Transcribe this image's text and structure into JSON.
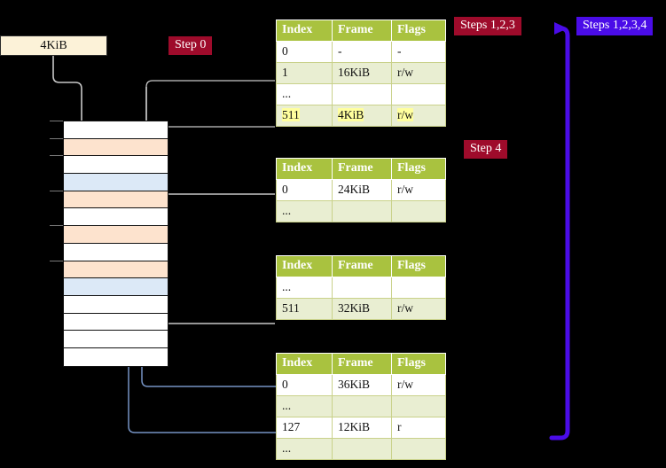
{
  "diagram": {
    "title_badges": [
      {
        "name": "steps-123",
        "label": "Steps 1,2,3",
        "color": "#9e0b2b"
      },
      {
        "name": "steps-1234",
        "label": "Steps 1,2,3,4",
        "color": "#4a0ce8"
      },
      {
        "name": "step-0",
        "label": "Step 0",
        "color": "#9e0b2b"
      },
      {
        "name": "step-4",
        "label": "Step 4",
        "color": "#9e0b2b"
      }
    ],
    "source_box": {
      "label": "4KiB",
      "fill": "#fcf2d8"
    },
    "memory_column": {
      "rows": [
        {
          "fill": "white",
          "tick": true
        },
        {
          "fill": "peach",
          "tick": true
        },
        {
          "fill": "white",
          "tick": true
        },
        {
          "fill": "bluer",
          "tick": false
        },
        {
          "fill": "peach",
          "tick": true
        },
        {
          "fill": "white",
          "tick": false
        },
        {
          "fill": "peach",
          "tick": true
        },
        {
          "fill": "white",
          "tick": false
        },
        {
          "fill": "peach",
          "tick": true
        },
        {
          "fill": "bluer",
          "tick": false
        },
        {
          "fill": "white",
          "tick": false
        },
        {
          "fill": "white",
          "tick": false
        },
        {
          "fill": "white",
          "tick": false
        },
        {
          "fill": "white",
          "tick": false
        }
      ],
      "palette": {
        "white": "#ffffff",
        "peach": "#fde3ce",
        "bluer": "#dce9f7",
        "border": "#111111"
      }
    },
    "tables": [
      {
        "name": "page-table-level-1",
        "headers": [
          "Index",
          "Frame",
          "Flags"
        ],
        "rows": [
          {
            "band": "rowA",
            "highlight": false,
            "cells": [
              "0",
              "-",
              "-"
            ]
          },
          {
            "band": "rowB",
            "highlight": false,
            "cells": [
              "1",
              "16KiB",
              "r/w"
            ]
          },
          {
            "band": "rowA",
            "highlight": false,
            "cells": [
              "...",
              "",
              ""
            ]
          },
          {
            "band": "rowB",
            "highlight": true,
            "cells": [
              "511",
              "4KiB",
              "r/w"
            ]
          }
        ]
      },
      {
        "name": "page-table-level-2",
        "headers": [
          "Index",
          "Frame",
          "Flags"
        ],
        "rows": [
          {
            "band": "rowA",
            "highlight": false,
            "cells": [
              "0",
              "24KiB",
              "r/w"
            ]
          },
          {
            "band": "rowB",
            "highlight": false,
            "cells": [
              "...",
              "",
              ""
            ]
          }
        ]
      },
      {
        "name": "page-table-level-3",
        "headers": [
          "Index",
          "Frame",
          "Flags"
        ],
        "rows": [
          {
            "band": "rowA",
            "highlight": false,
            "cells": [
              "...",
              "",
              ""
            ]
          },
          {
            "band": "rowB",
            "highlight": false,
            "cells": [
              "511",
              "32KiB",
              "r/w"
            ]
          }
        ]
      },
      {
        "name": "page-table-level-4",
        "headers": [
          "Index",
          "Frame",
          "Flags"
        ],
        "rows": [
          {
            "band": "rowA",
            "highlight": false,
            "cells": [
              "0",
              "36KiB",
              "r/w"
            ]
          },
          {
            "band": "rowB",
            "highlight": false,
            "cells": [
              "...",
              "",
              ""
            ]
          },
          {
            "band": "rowA",
            "highlight": false,
            "cells": [
              "127",
              "12KiB",
              "r"
            ]
          },
          {
            "band": "rowB",
            "highlight": false,
            "cells": [
              "...",
              "",
              ""
            ]
          }
        ]
      }
    ],
    "colors": {
      "header_green": "#a9c23f",
      "row_band": "#e9eed2",
      "highlight_yellow": "#ffff9e",
      "wire_gray": "#c8c8c8",
      "wire_blue": "#7593c4",
      "big_arrow_blue": "#4a0ce8",
      "background": "#000000"
    }
  }
}
